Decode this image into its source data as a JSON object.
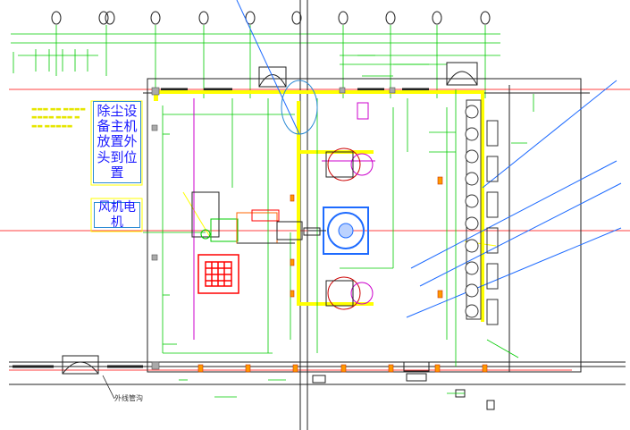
{
  "labels": {
    "equipment_note": "除尘设备主机放置外头到位置",
    "fan_motor": "风机电机",
    "outer_cable": "外线管沟"
  },
  "colors": {
    "wall": "#ffff00",
    "grid": "#00cc00",
    "red_line": "#ff0000",
    "blue_line": "#1e6bff",
    "magenta": "#cc00cc",
    "cyan": "#00bcd4",
    "label_text": "#1a1aff"
  }
}
